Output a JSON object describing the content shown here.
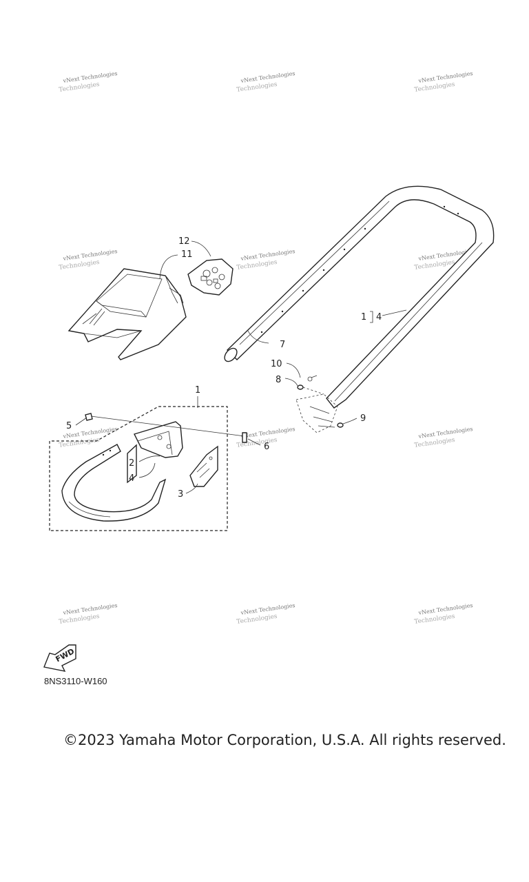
{
  "watermark": {
    "text": "vNext Technologies",
    "ghost": "Technologies"
  },
  "callouts": {
    "c1_top": "1",
    "c1_side": "1",
    "c2": "2",
    "c3": "3",
    "c4_low": "4",
    "c4_side": "4",
    "c5": "5",
    "c6": "6",
    "c7": "7",
    "c8": "8",
    "c9": "9",
    "c10": "10",
    "c11": "11",
    "c12": "12"
  },
  "fwd_label": "FWD",
  "diagram_code": "8NS3110-W160",
  "copyright": "©2023 Yamaha Motor Corporation, U.S.A. All rights reserved."
}
